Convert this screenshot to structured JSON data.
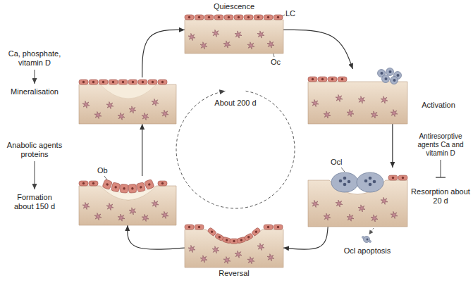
{
  "diagram": {
    "nodes": [
      {
        "text": [
          "Quiescence"
        ]
      },
      {
        "text": [
          "Activation"
        ]
      },
      {
        "text": [
          "Resorption about 20 d"
        ]
      },
      {
        "text": [
          "Reversal"
        ]
      },
      {
        "text": [
          "Formation about 150 d"
        ]
      },
      {
        "text": [
          "Mineralisation"
        ]
      }
    ],
    "edges": [
      {
        "from": 0,
        "to": 1,
        "arrow": "to"
      },
      {
        "from": 1,
        "to": 2,
        "arrow": "to"
      },
      {
        "from": 2,
        "to": 3,
        "arrow": "to"
      },
      {
        "from": 3,
        "to": 4,
        "arrow": "to"
      },
      {
        "from": 4,
        "to": 5,
        "arrow": "to"
      },
      {
        "from": 5,
        "to": 0,
        "arrow": "to"
      }
    ],
    "labels": [
      "LC",
      "Oc",
      "About 200 d",
      "Antiresorptive agents Ca and vitamin D",
      "Ocl",
      "Ocl apoptosis",
      "Ob",
      "Anabolic agents proteins",
      "Ca, phosphate, vitamin D"
    ]
  }
}
